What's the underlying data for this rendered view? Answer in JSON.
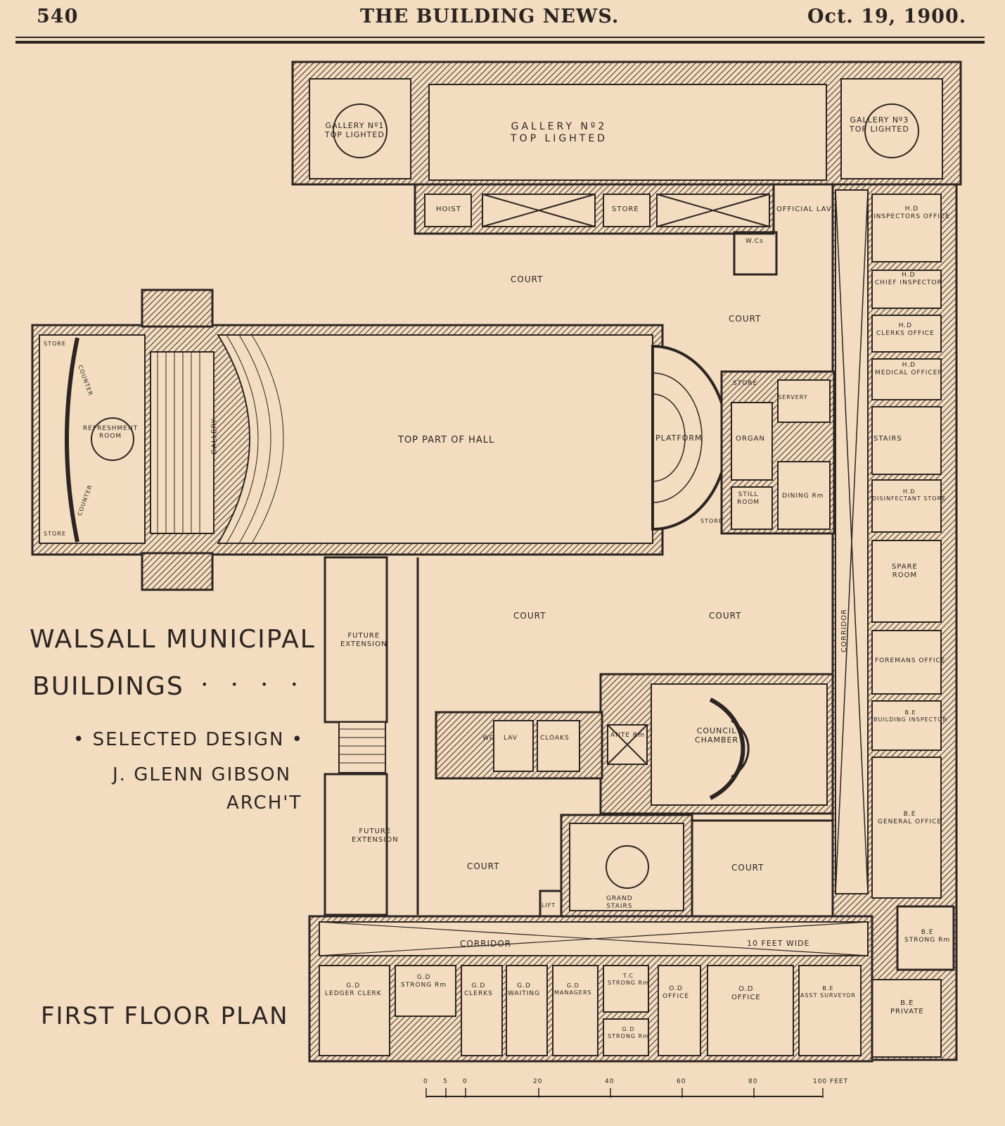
{
  "header": {
    "page_number": "540",
    "publication": "THE BUILDING NEWS.",
    "date": "Oct. 19, 1900."
  },
  "title_block": {
    "line1": "WALSALL MUNICIPAL",
    "line2": "BUILDINGS",
    "dots": "• • • •",
    "selected": "• SELECTED DESIGN •",
    "architect": "J. GLENN GIBSON",
    "archt": "ARCH'T",
    "plan_title": "FIRST FLOOR PLAN"
  },
  "rooms": {
    "gallery1": "GALLERY Nº1\nTOP LIGHTED",
    "gallery2": "GALLERY Nº2\nTOP LIGHTED",
    "gallery3": "GALLERY Nº3\nTOP LIGHTED",
    "hoist": "HOIST",
    "store_top": "STORE",
    "official_lav": "OFFICIAL LAV",
    "wcs": "W.Cs",
    "court_top": "COURT",
    "court_right_top": "COURT",
    "hd_inspectors": "H.D\nINSPECTORS OFFICE",
    "hd_chief": "H.D\nCHIEF INSPECTOR",
    "hd_clerks": "H.D\nCLERKS OFFICE",
    "hd_medical": "H.D\nMEDICAL OFFICER",
    "stairs": "STAIRS",
    "hd_disinfectant": "H.D\nDISINFECTANT STORE",
    "spare_room": "SPARE\nROOM",
    "foremans": "FOREMANS OFFICE",
    "be_building_inspector": "B.E\nBUILDING INSPECTOR",
    "be_general": "B.E\nGENERAL OFFICE",
    "be_strong": "B.E\nSTRONG Rm",
    "be_private": "B.E\nPRIVATE",
    "store_left_top": "STORE",
    "store_left_bottom": "STORE",
    "counter_top": "COUNTER",
    "counter_bottom": "COUNTER",
    "refreshment": "REFRESHMENT\nROOM",
    "gallery_hall": "GALLERY",
    "hall": "TOP PART OF HALL",
    "platform": "PLATFORM",
    "organ": "ORGAN",
    "store_platform": "STORE",
    "store_platform2": "STORE",
    "servery": "SERVERY",
    "still_room": "STILL\nROOM",
    "dining": "DINING Rm",
    "future1": "FUTURE\nEXTENSION",
    "future2": "FUTURE\nEXTENSION",
    "court_mid_left": "COURT",
    "court_mid_right": "COURT",
    "wc": "WC",
    "lav": "LAV",
    "cloaks": "CLOAKS",
    "ante": "ANTE Rm",
    "council": "COUNCIL\nCHAMBER",
    "court_low_left": "COURT",
    "court_low_right": "COURT",
    "lift": "LIFT",
    "grand_stairs": "GRAND\nSTAIRS",
    "corridor_label": "CORRIDOR",
    "corridor_right": "CORRIDOR",
    "ten_feet": "10 FEET WIDE",
    "gd_ledger": "G.D\nLEDGER CLERK",
    "gd_strong": "G.D\nSTRONG Rm",
    "gd_clerks": "G.D\nCLERKS",
    "gd_waiting": "G.D\nWAITING",
    "gd_managers": "G.D\nMANAGERS",
    "tc_strong": "T.C\nSTRONG Rm",
    "gd_strong2": "G.D\nSTRONG Rm",
    "od_office1": "O.D\nOFFICE",
    "od_office2": "O.D\nOFFICE",
    "be_asst": "B.E\nASST SURVEYOR"
  },
  "scale_bar": {
    "ticks": [
      "0",
      "5",
      "0",
      "20",
      "40",
      "60",
      "80",
      "100 FEET"
    ]
  }
}
